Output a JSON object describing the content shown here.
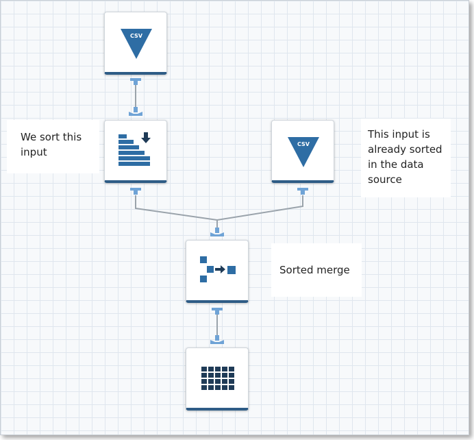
{
  "nodes": {
    "csv_source_1": {
      "badge": "CSV"
    },
    "csv_source_2": {
      "badge": "CSV"
    }
  },
  "annotations": {
    "sort_note": "We sort this\ninput",
    "sorted_source_note": "This input is\nalready sorted\nin the data\nsource",
    "merge_note": "Sorted merge"
  },
  "colors": {
    "icon_blue": "#2e6da4",
    "icon_dark": "#1f3b57",
    "connector": "#6fa3d6",
    "wire": "#9aa3ab",
    "node_border": "#2e5c86"
  }
}
